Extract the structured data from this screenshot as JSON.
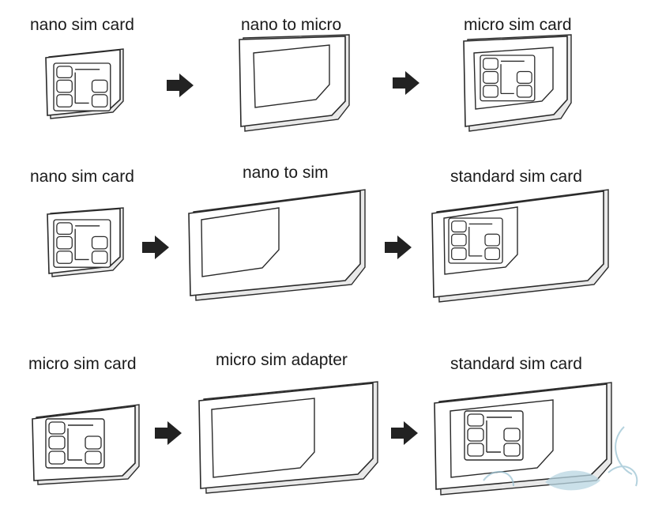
{
  "rows": [
    {
      "left_label": "nano sim card",
      "middle_label": "nano to micro",
      "right_label": "micro sim card"
    },
    {
      "left_label": "nano sim card",
      "middle_label": "nano to sim",
      "right_label": "standard sim card"
    },
    {
      "left_label": "micro sim card",
      "middle_label": "micro sim adapter",
      "right_label": "standard sim card"
    }
  ],
  "icons": [
    "right-arrow-icon",
    "sim-chip-icon"
  ],
  "colors": {
    "line": "#2a2a2a",
    "arrow": "#222222",
    "watermark": "#9cc3d3"
  }
}
